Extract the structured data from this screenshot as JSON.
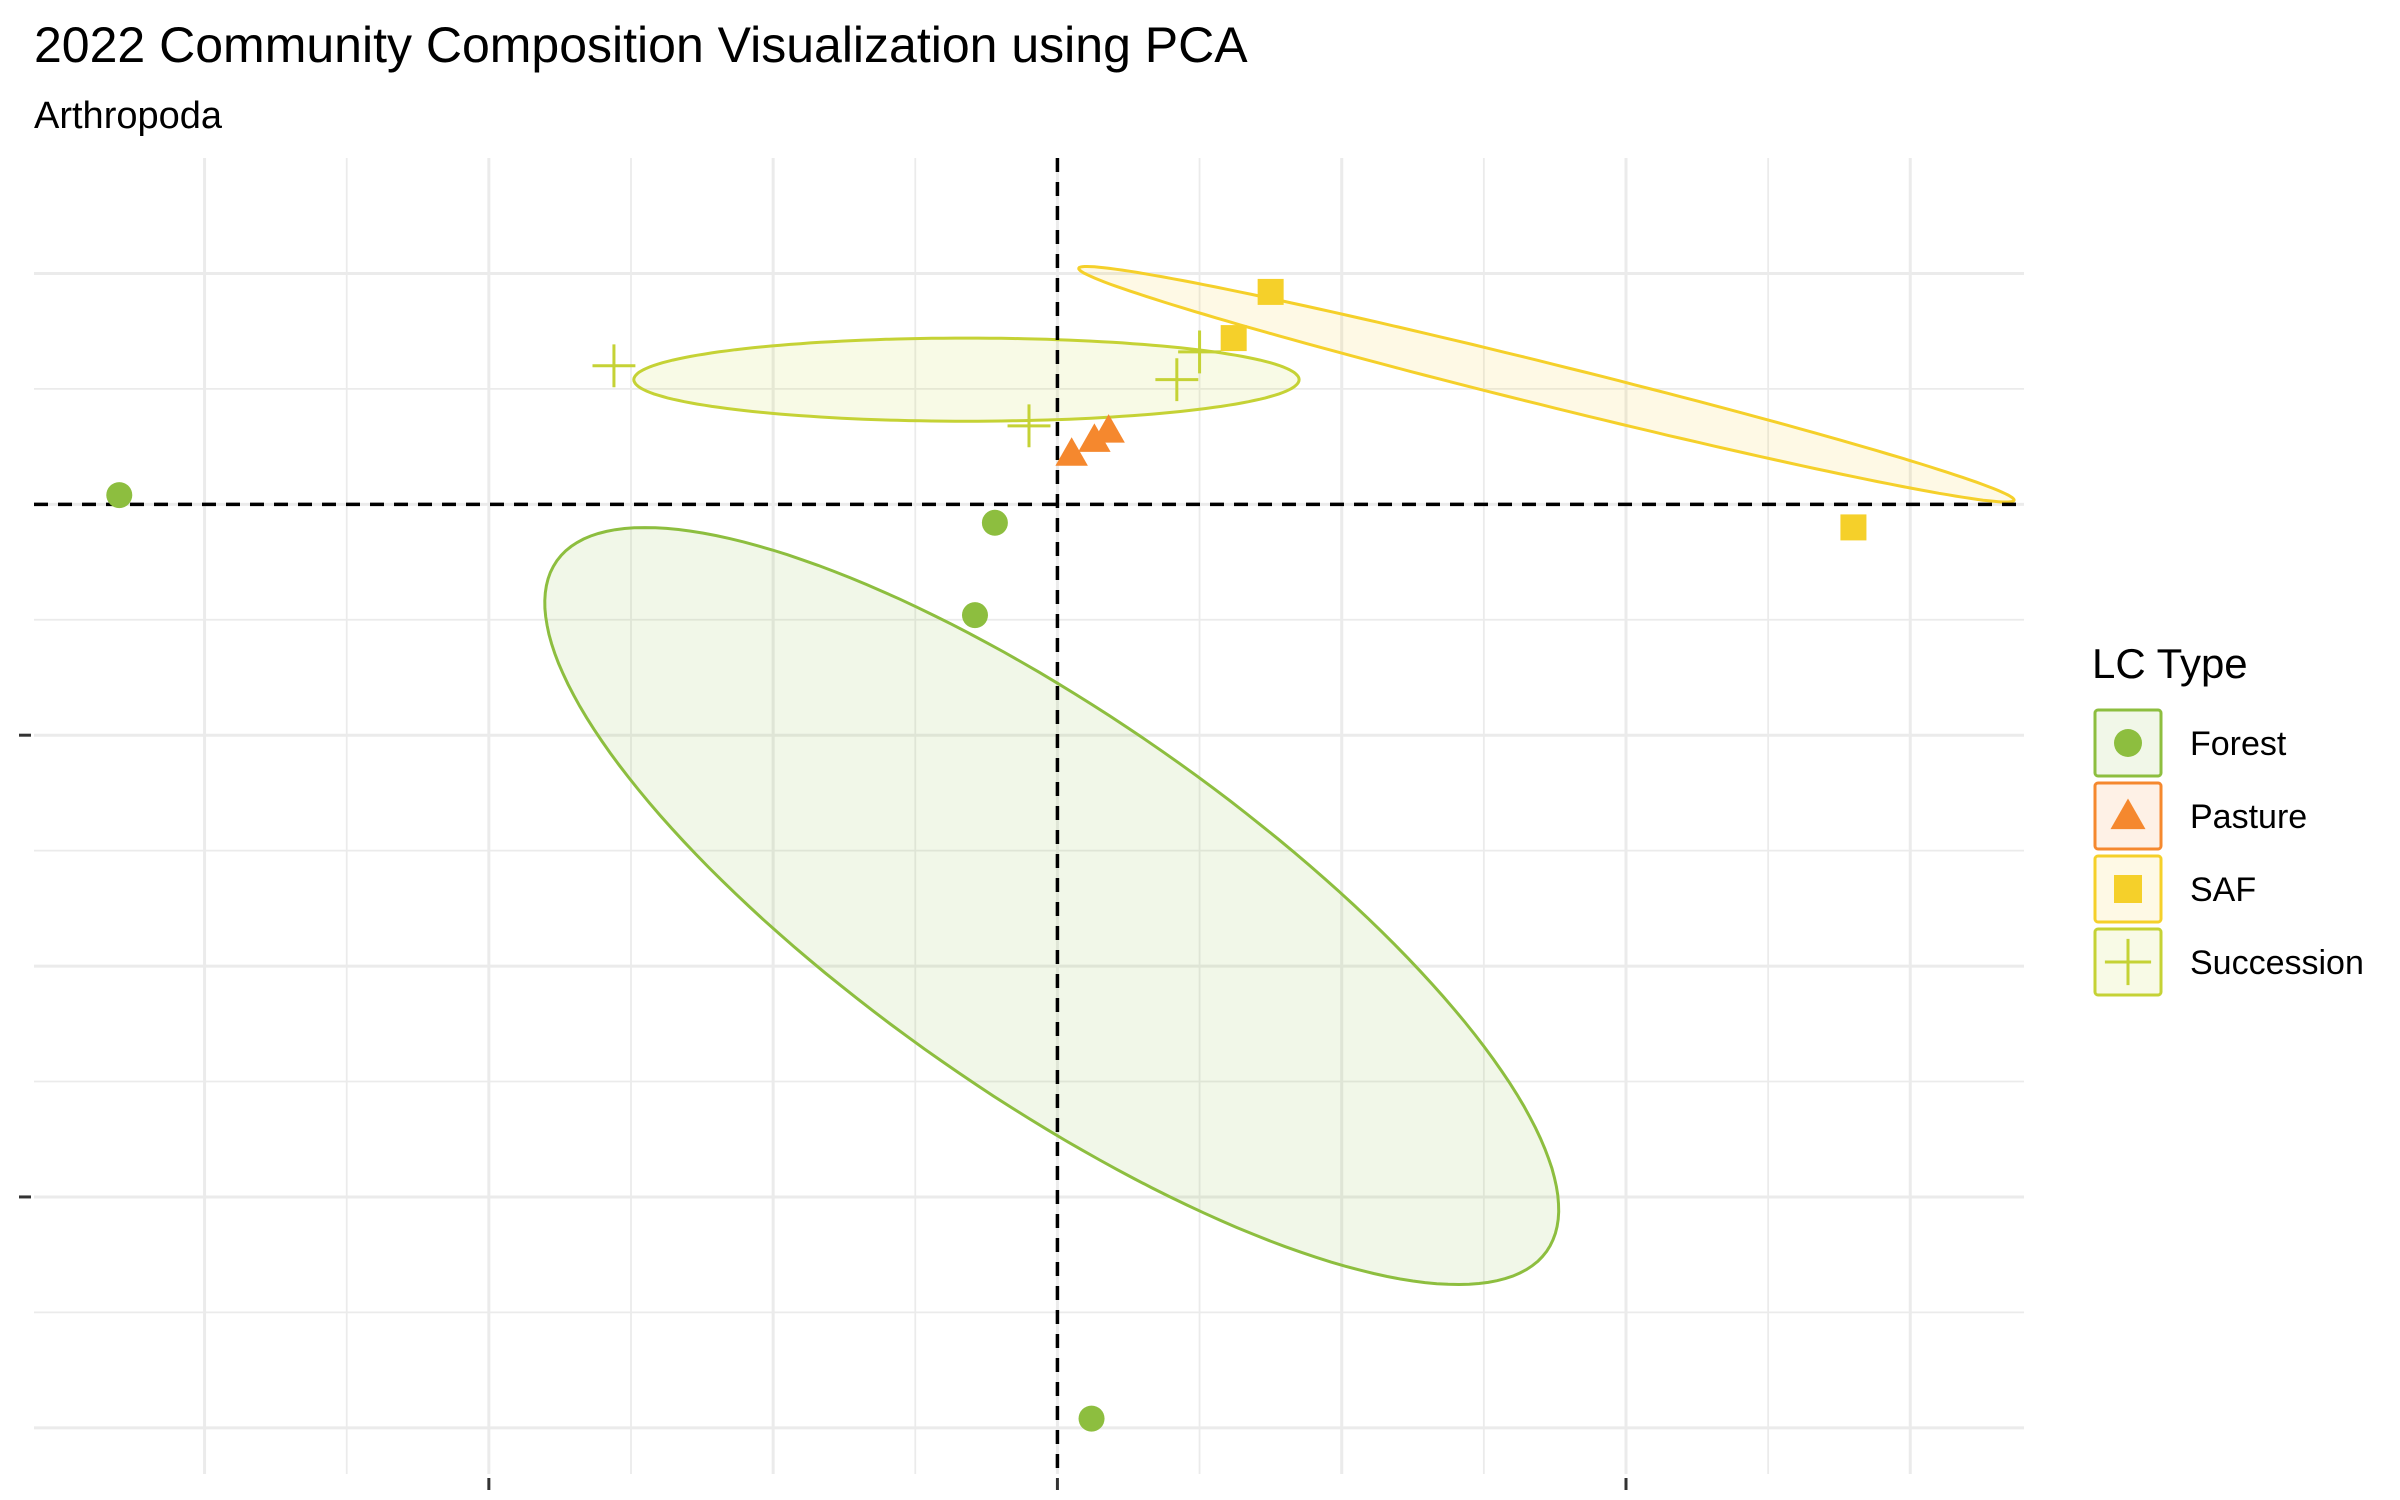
{
  "chart_data": {
    "type": "scatter",
    "title": "2022 Community Composition Visualization using PCA",
    "subtitle": "Arthropoda",
    "xlabel": "",
    "ylabel": "",
    "xlim": [
      -1.8,
      1.7
    ],
    "ylim": [
      -2.1,
      0.75
    ],
    "grid": true,
    "legend_position": "right",
    "legend_title": "LC Type",
    "reference_lines": {
      "x": 0,
      "y": 0
    },
    "series": [
      {
        "name": "Forest",
        "shape": "circle",
        "color": "#8DBE3F",
        "points": [
          [
            -1.65,
            0.02
          ],
          [
            -0.11,
            -0.04
          ],
          [
            -0.145,
            -0.24
          ],
          [
            0.06,
            -1.98
          ]
        ],
        "ellipse": {
          "center": [
            -0.01,
            -0.87
          ],
          "semi_axes": [
            1.15,
            0.38
          ],
          "angle_deg": -42
        }
      },
      {
        "name": "Pasture",
        "shape": "triangle",
        "color": "#F5882E",
        "points": [
          [
            0.025,
            0.11
          ],
          [
            0.065,
            0.14
          ],
          [
            0.09,
            0.16
          ]
        ]
      },
      {
        "name": "SAF",
        "shape": "square",
        "color": "#F5D02A",
        "points": [
          [
            0.375,
            0.46
          ],
          [
            0.31,
            0.36
          ],
          [
            1.4,
            -0.05
          ]
        ],
        "ellipse": {
          "center": [
            0.86,
            0.26
          ],
          "semi_axes": [
            0.86,
            0.045
          ],
          "angle_deg": -17
        }
      },
      {
        "name": "Succession",
        "shape": "plus",
        "color": "#C5D235",
        "points": [
          [
            -0.78,
            0.3
          ],
          [
            -0.05,
            0.17
          ],
          [
            0.21,
            0.27
          ],
          [
            0.25,
            0.33
          ]
        ],
        "ellipse": {
          "center": [
            -0.16,
            0.27
          ],
          "semi_axes": [
            0.585,
            0.09
          ],
          "angle_deg": 0
        }
      }
    ]
  }
}
